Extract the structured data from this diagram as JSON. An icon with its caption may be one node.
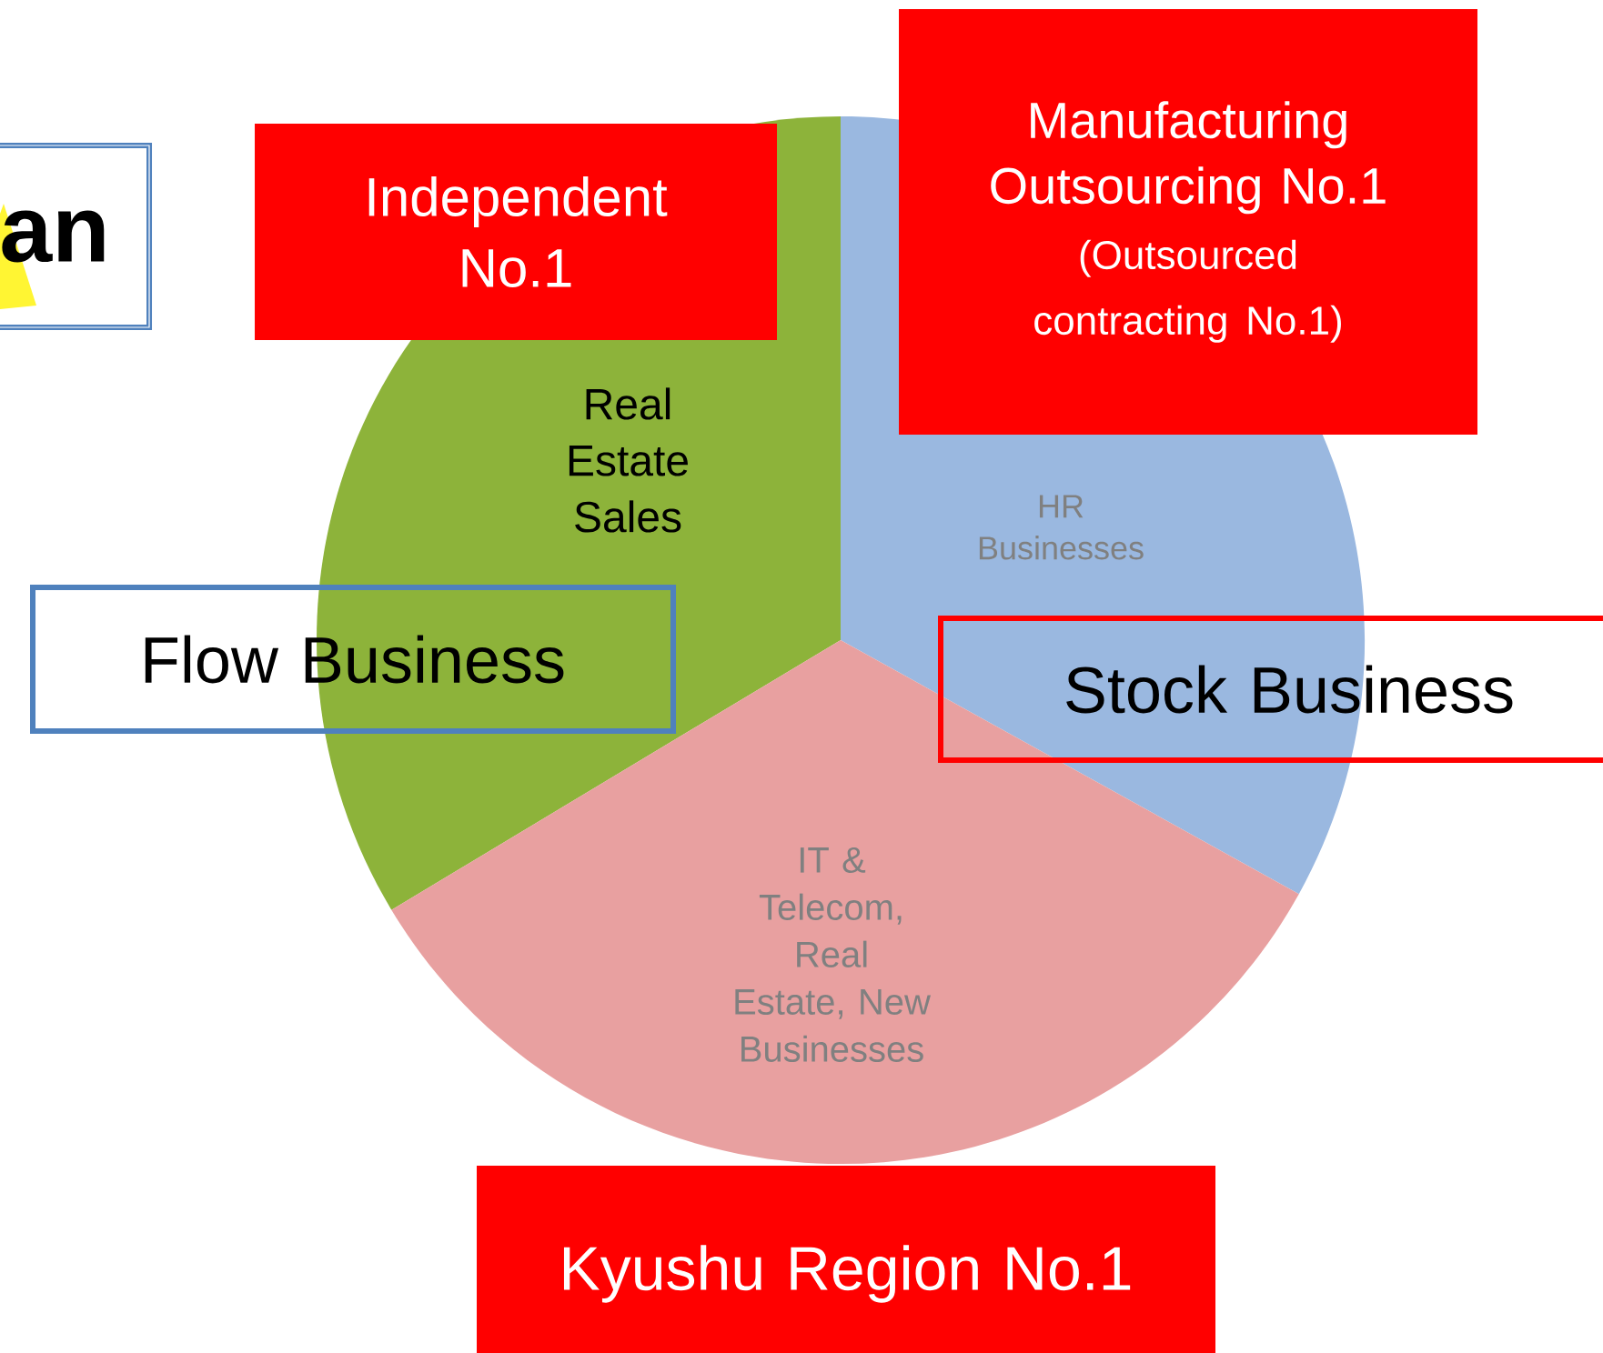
{
  "diagram": {
    "nodes": [
      {
        "text": [
          "an"
        ]
      },
      {
        "text": [
          "Independent No.1"
        ]
      },
      {
        "text": [
          "Manufacturing Outsourcing No.1",
          "(Outsourced contracting No.1)"
        ]
      },
      {
        "text": [
          "Real Estate Sales"
        ]
      },
      {
        "text": [
          "HR Businesses"
        ]
      },
      {
        "text": [
          "Flow Business"
        ]
      },
      {
        "text": [
          "Stock Business"
        ]
      },
      {
        "text": [
          "IT & Telecom, Real Estate, New Businesses"
        ]
      },
      {
        "text": [
          "Kyushu Region No.1"
        ]
      }
    ]
  }
}
